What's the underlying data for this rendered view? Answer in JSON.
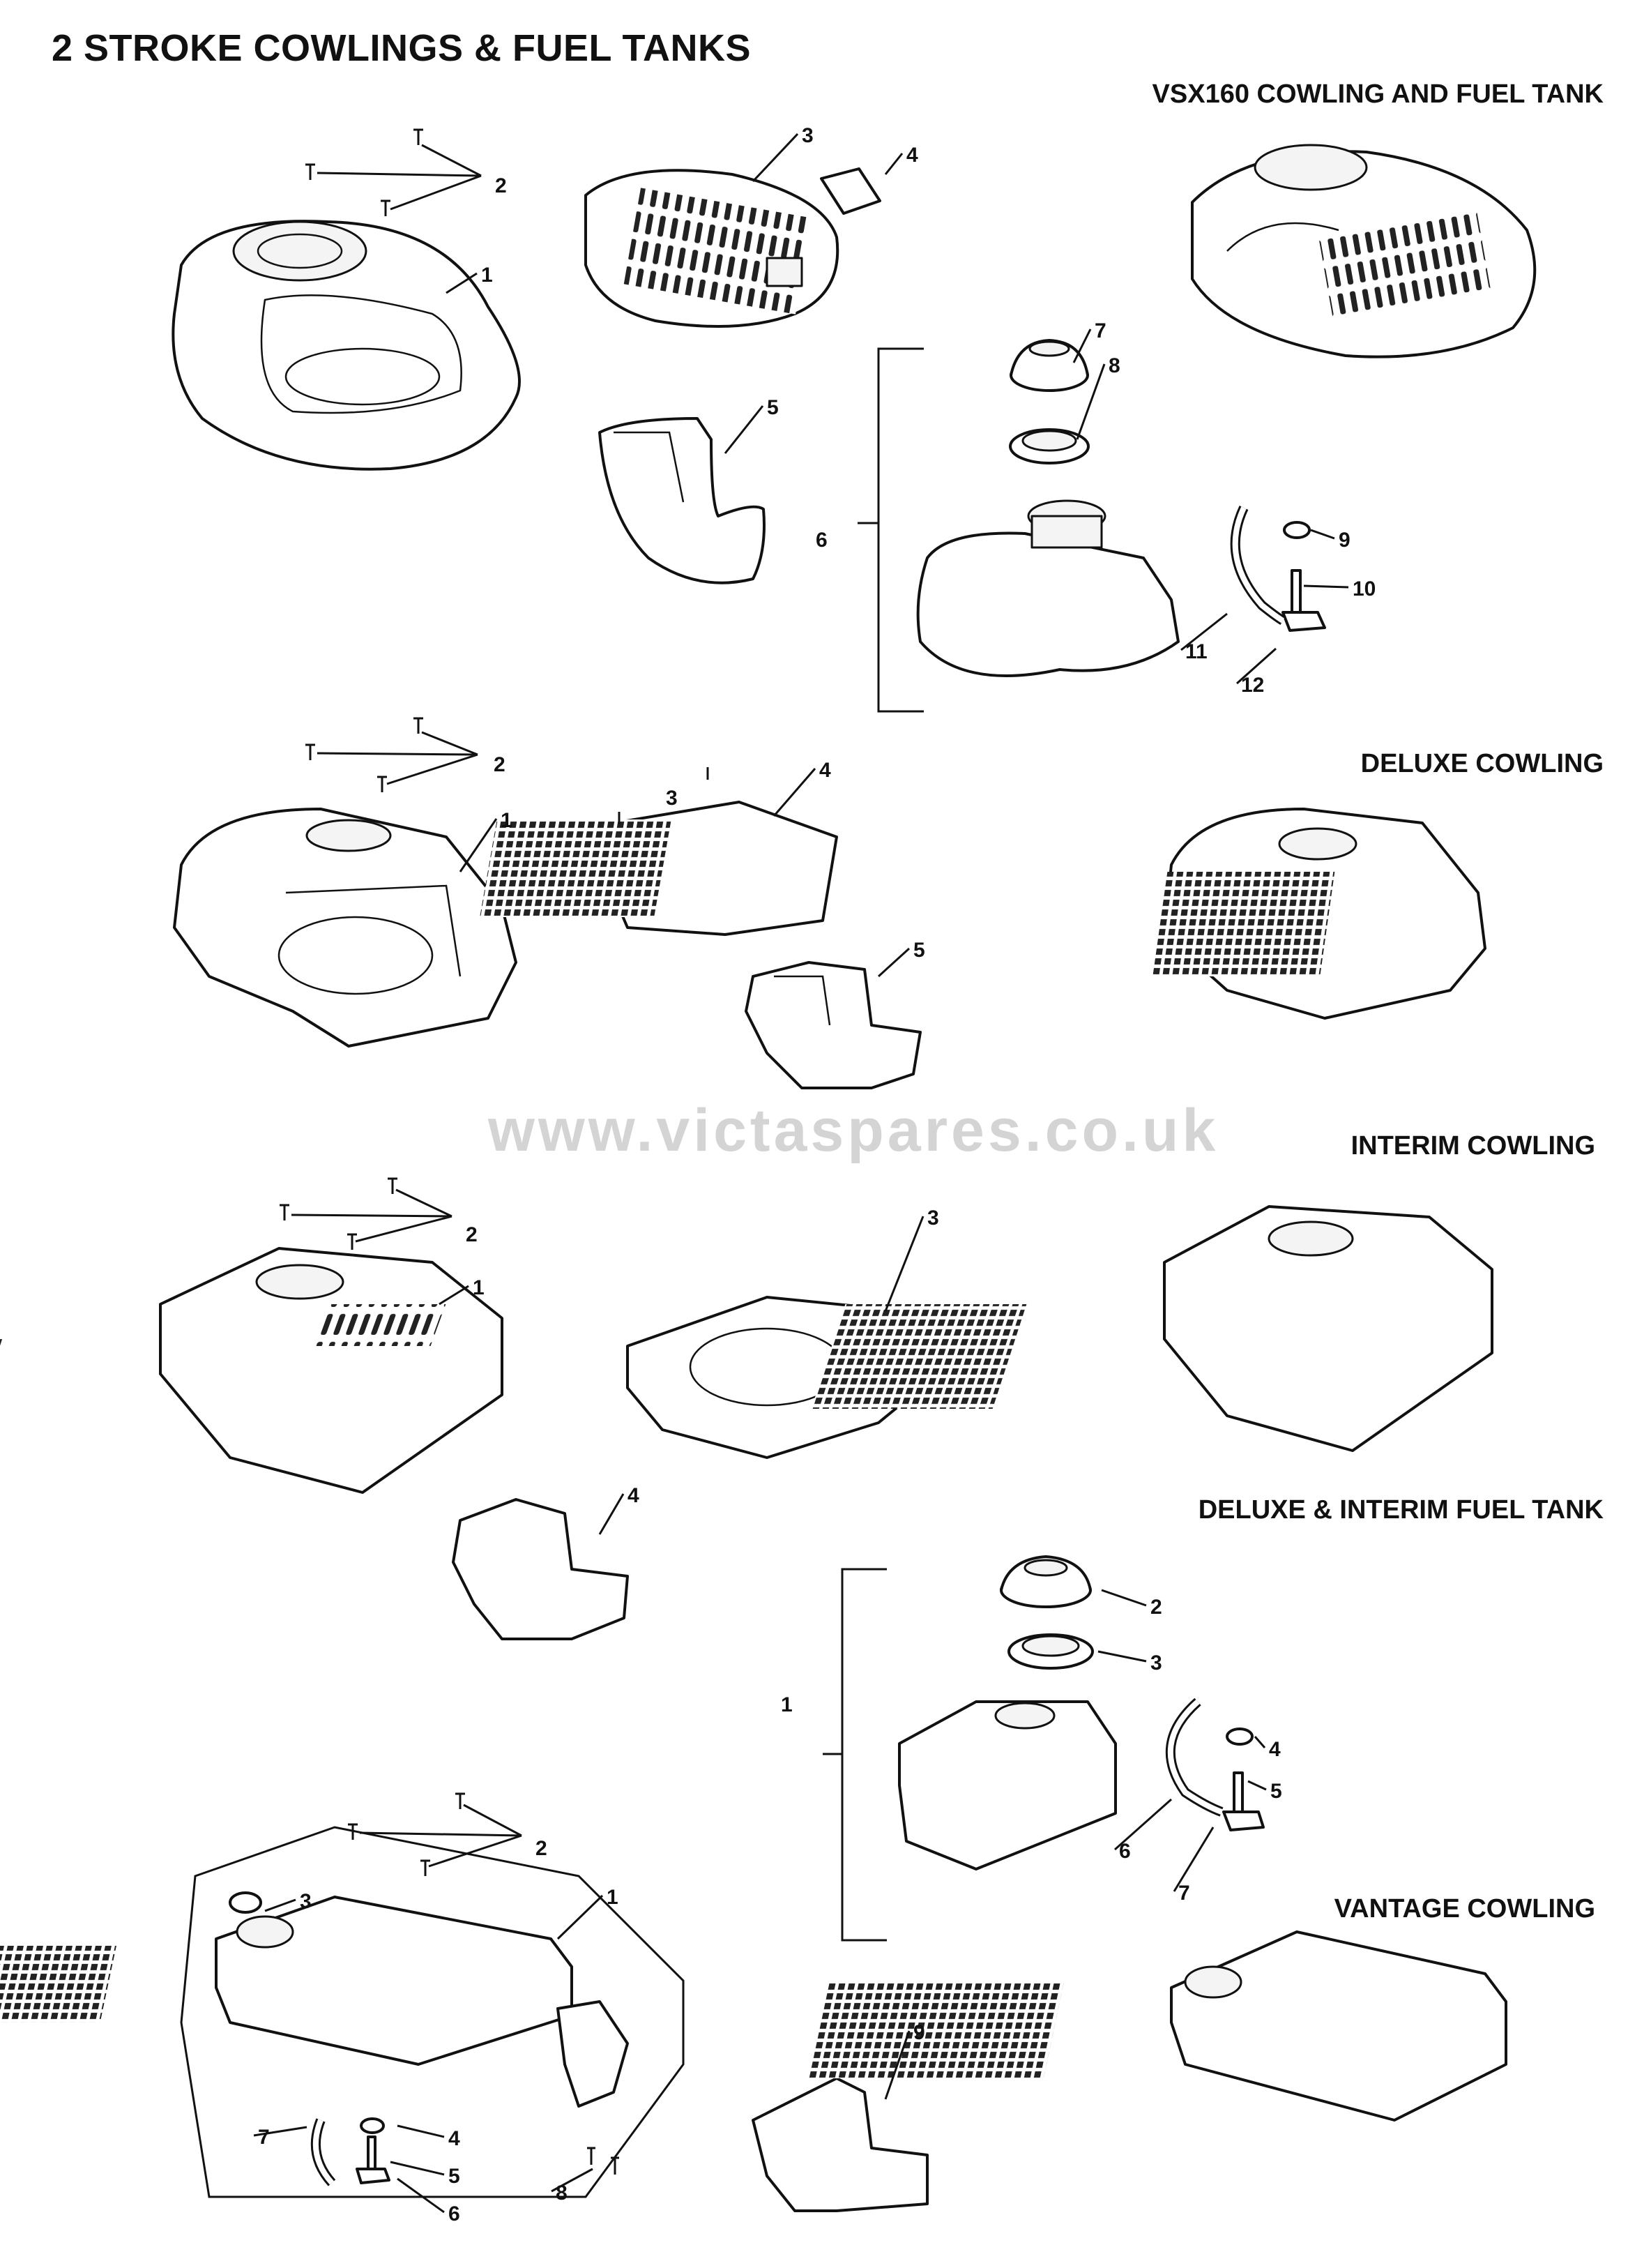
{
  "page_title": "2 STROKE COWLINGS & FUEL TANKS",
  "watermark": "www.victaspares.co.uk",
  "sections": {
    "vsx160": "VSX160 COWLING AND FUEL TANK",
    "deluxe": "DELUXE COWLING",
    "interim": "INTERIM COWLING",
    "fuel_tank": "DELUXE & INTERIM FUEL TANK",
    "vantage": "VANTAGE COWLING"
  },
  "callouts": {
    "vsx": [
      "1",
      "2",
      "3",
      "4",
      "5",
      "6",
      "7",
      "8",
      "9",
      "10",
      "11",
      "12"
    ],
    "deluxe": [
      "1",
      "2",
      "3",
      "4",
      "5"
    ],
    "interim": [
      "1",
      "2",
      "3",
      "4"
    ],
    "tank": [
      "1",
      "2",
      "3",
      "4",
      "5",
      "6",
      "7"
    ],
    "vantage": [
      "1",
      "2",
      "3",
      "4",
      "5",
      "6",
      "7",
      "8",
      "9"
    ]
  }
}
